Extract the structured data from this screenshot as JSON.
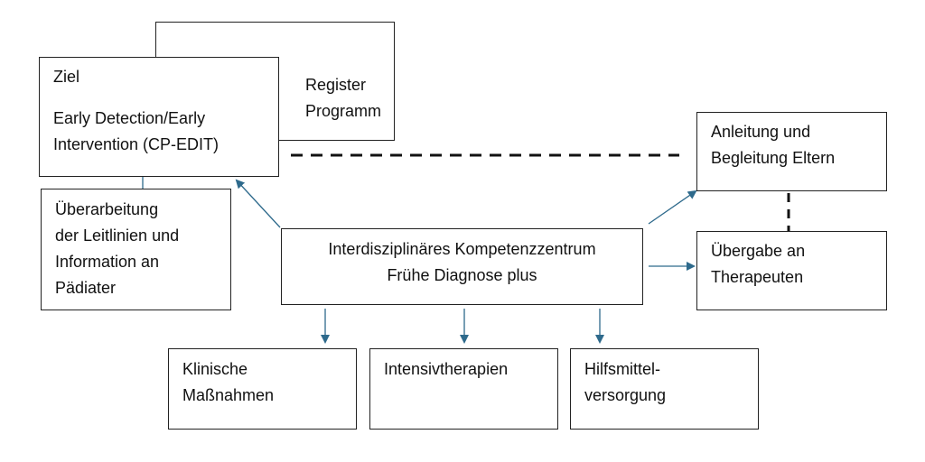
{
  "boxes": {
    "register": {
      "lines": [
        "Register",
        "Programm"
      ]
    },
    "goal": {
      "heading": "Ziel",
      "lines": [
        "Early Detection/Early",
        "Intervention (CP-EDIT)"
      ]
    },
    "guidelines": {
      "lines": [
        "Überarbeitung",
        "der Leitlinien und",
        "Information an",
        "Pädiater"
      ]
    },
    "center": {
      "lines": [
        "Interdisziplinäres Kompetenzzentrum",
        "Frühe Diagnose plus"
      ]
    },
    "parents": {
      "lines": [
        "Anleitung und",
        "Begleitung Eltern"
      ]
    },
    "therapists": {
      "lines": [
        "Übergabe an",
        "Therapeuten"
      ]
    },
    "clinical": {
      "lines": [
        "Klinische",
        "Maßnahmen"
      ]
    },
    "intensive": {
      "lines": [
        "Intensivtherapien"
      ]
    },
    "aids": {
      "lines": [
        "Hilfsmittel-",
        "versorgung"
      ]
    }
  },
  "colors": {
    "arrow": "#2e6a8c",
    "border": "#222222",
    "dashed": "#111111"
  }
}
